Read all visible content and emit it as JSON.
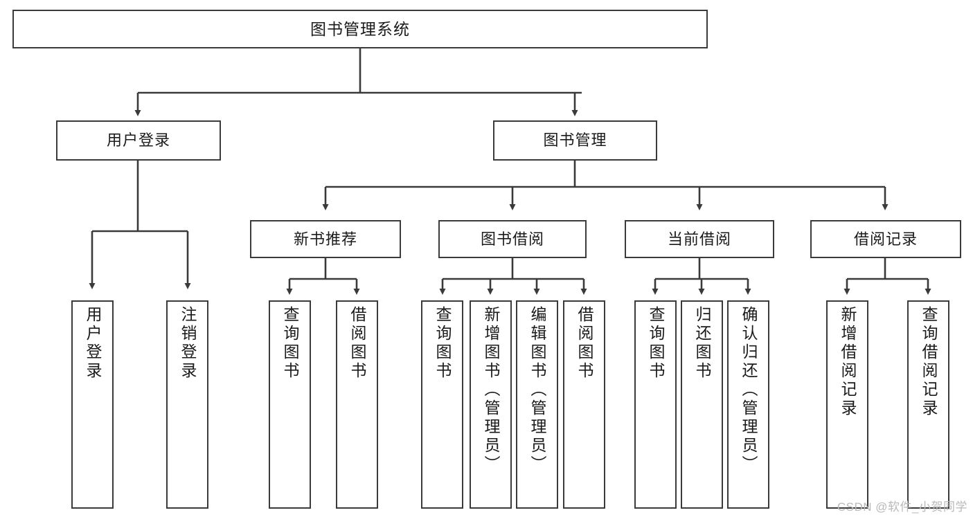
{
  "diagram": {
    "title": "图书管理系统",
    "type": "tree-hierarchy-chart",
    "root": {
      "label": "图书管理系统"
    },
    "level2": [
      {
        "label": "用户登录"
      },
      {
        "label": "图书管理"
      }
    ],
    "level3": [
      {
        "label": "新书推荐"
      },
      {
        "label": "图书借阅"
      },
      {
        "label": "当前借阅"
      },
      {
        "label": "借阅记录"
      }
    ],
    "leaves": {
      "user_login": [
        {
          "label": "用户登录"
        },
        {
          "label": "注销登录"
        }
      ],
      "new_book_recommend": [
        {
          "label": "查询图书"
        },
        {
          "label": "借阅图书"
        }
      ],
      "book_borrow": [
        {
          "label": "查询图书"
        },
        {
          "label": "新增图书（管理员）"
        },
        {
          "label": "编辑图书（管理员）"
        },
        {
          "label": "借阅图书"
        }
      ],
      "current_borrow": [
        {
          "label": "查询图书"
        },
        {
          "label": "归还图书"
        },
        {
          "label": "确认归还（管理员）"
        }
      ],
      "borrow_record": [
        {
          "label": "新增借阅记录"
        },
        {
          "label": "查询借阅记录"
        }
      ]
    }
  },
  "watermark": {
    "text": "CSDN @软件_小贺同学"
  },
  "colors": {
    "stroke": "#3a3a3a",
    "background": "#ffffff",
    "text": "#1a1a1a",
    "watermark": "#b9b9b9"
  }
}
